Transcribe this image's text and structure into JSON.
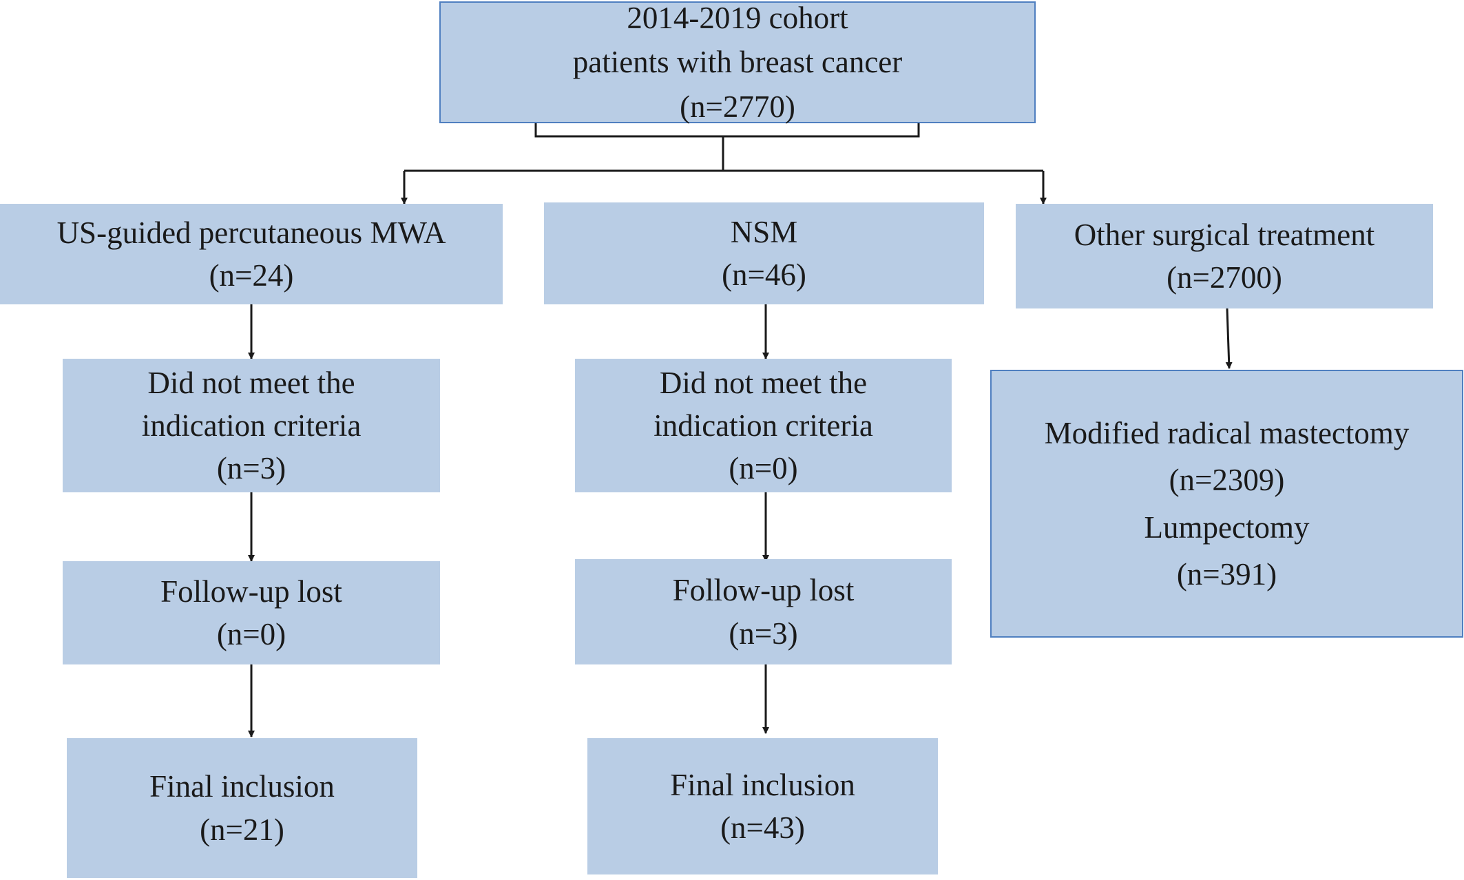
{
  "flowchart": {
    "cohort": {
      "line1": "2014-2019 cohort",
      "line2": "patients with  breast cancer",
      "line3": "(n=2770)"
    },
    "mwa": {
      "title": "US-guided percutaneous MWA",
      "count": "(n=24)",
      "excluded": {
        "line1": "Did not meet the",
        "line2": "indication criteria",
        "count": "(n=3)"
      },
      "lost": {
        "title": "Follow-up lost",
        "count": "(n=0)"
      },
      "final": {
        "title": "Final inclusion",
        "count": "(n=21)"
      }
    },
    "nsm": {
      "title": "NSM",
      "count": "(n=46)",
      "excluded": {
        "line1": "Did not meet the",
        "line2": "indication criteria",
        "count": "(n=0)"
      },
      "lost": {
        "title": "Follow-up lost",
        "count": "(n=3)"
      },
      "final": {
        "title": "Final inclusion",
        "count": "(n=43)"
      }
    },
    "other": {
      "title": "Other surgical treatment",
      "count": "(n=2700)",
      "breakdown": {
        "mrm_label": "Modified radical mastectomy",
        "mrm_count": "(n=2309)",
        "lump_label": "Lumpectomy",
        "lump_count": "(n=391)"
      }
    }
  },
  "colors": {
    "box_fill": "#b9cde5",
    "box_border": "#4f7fc0",
    "connector": "#1a1a1a"
  }
}
